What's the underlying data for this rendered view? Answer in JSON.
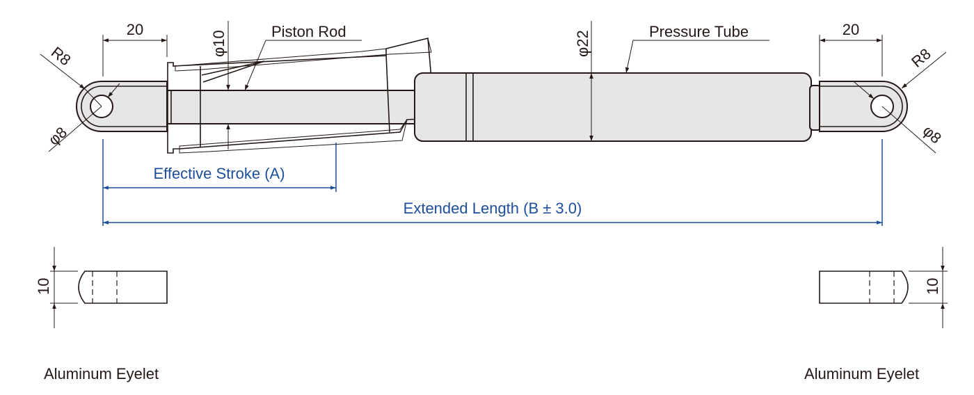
{
  "labels": {
    "piston_rod": "Piston Rod",
    "pressure_tube": "Pressure Tube",
    "effective_stroke": "Effective Stroke (A)",
    "extended_length": "Extended Length (B ± 3.0)",
    "eyelet_left": "Aluminum Eyelet",
    "eyelet_right": "Aluminum Eyelet"
  },
  "dimensions": {
    "eyelet_length_left": "20",
    "eyelet_length_right": "20",
    "radius_left": "R8",
    "radius_right": "R8",
    "hole_left": "φ8",
    "hole_right": "φ8",
    "rod_diameter": "φ10",
    "tube_diameter": "φ22",
    "thickness_left": "10",
    "thickness_right": "10"
  },
  "colors": {
    "line": "#231815",
    "dimension_blue": "#1d4e9e",
    "part_fill": "#e6e6e6"
  }
}
